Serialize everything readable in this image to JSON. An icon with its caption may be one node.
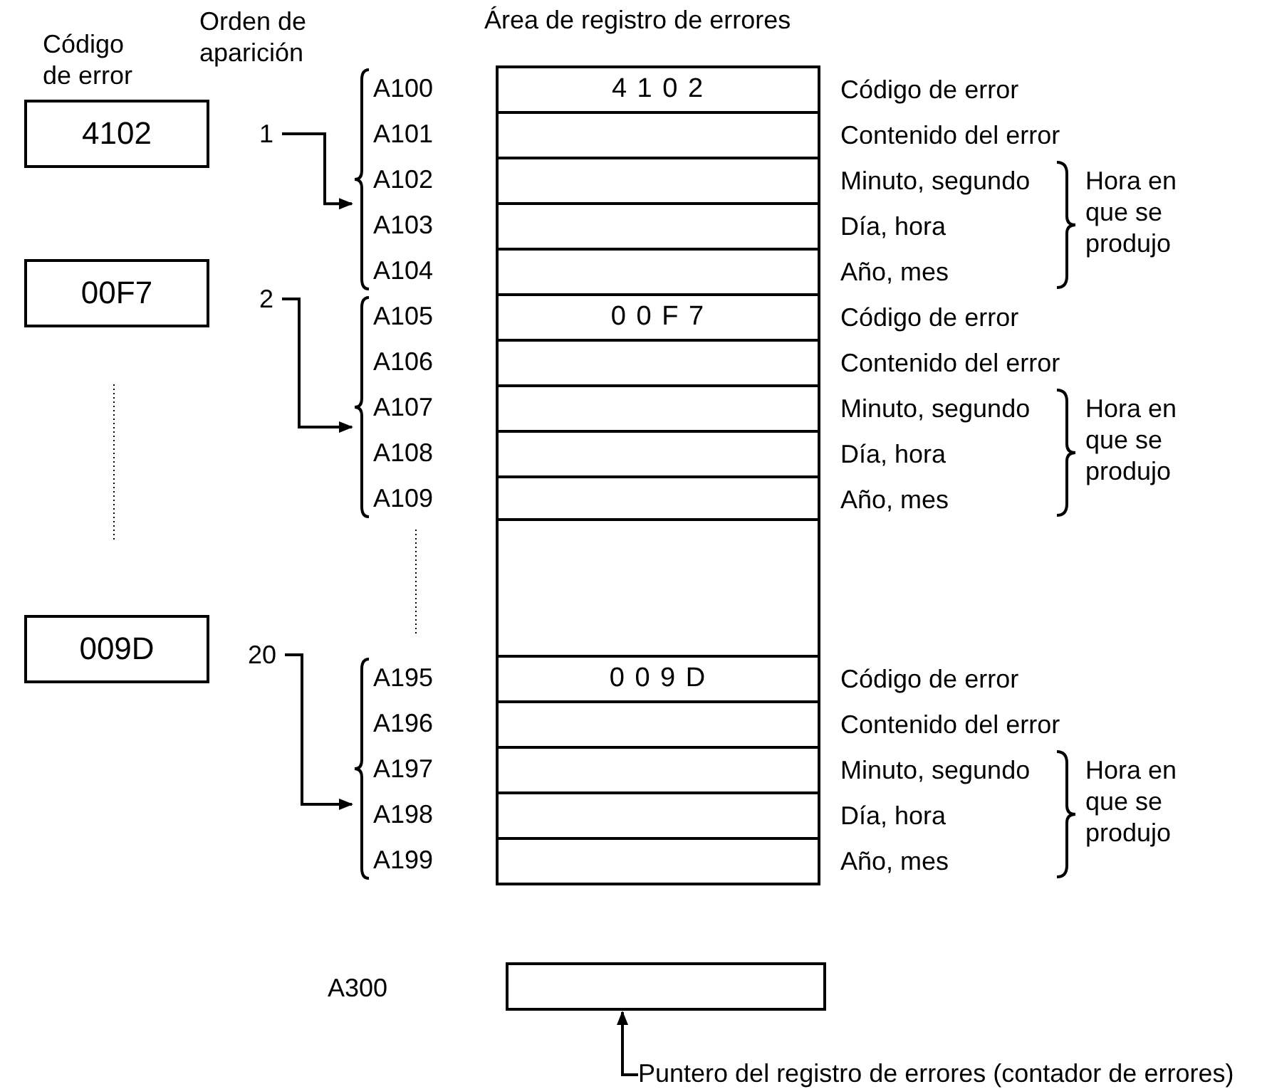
{
  "diagram": {
    "nodes": [
      {
        "text": [
          "4102"
        ]
      },
      {
        "text": [
          "00F7"
        ]
      },
      {
        "text": [
          "009D"
        ]
      },
      {
        "text": [
          "1"
        ]
      },
      {
        "text": [
          "2"
        ]
      },
      {
        "text": [
          "20"
        ]
      },
      {
        "text": [],
        "shape": "brace"
      },
      {
        "text": [],
        "shape": "brace"
      },
      {
        "text": [],
        "shape": "brace"
      },
      {
        "text": [
          "4 1 0 2"
        ]
      },
      {
        "text": [],
        "shape": "box"
      },
      {
        "text": [],
        "shape": "box"
      },
      {
        "text": [],
        "shape": "box"
      },
      {
        "text": [],
        "shape": "box"
      },
      {
        "text": [
          "0 0 F 7"
        ]
      },
      {
        "text": [],
        "shape": "box"
      },
      {
        "text": [],
        "shape": "box"
      },
      {
        "text": [],
        "shape": "box"
      },
      {
        "text": [],
        "shape": "box"
      },
      {
        "text": [
          "0 0 9 D"
        ]
      },
      {
        "text": [],
        "shape": "box"
      },
      {
        "text": [],
        "shape": "box"
      },
      {
        "text": [],
        "shape": "box"
      },
      {
        "text": [],
        "shape": "box"
      },
      {
        "text": [],
        "shape": "box"
      },
      {
        "text": [
          "Puntero del registro de errores (contador de errores)"
        ]
      },
      {
        "text": [],
        "shape": "box"
      }
    ],
    "edges": [
      {
        "from": 3,
        "to": 6,
        "arrow": "to"
      },
      {
        "from": 4,
        "to": 7,
        "arrow": "to"
      },
      {
        "from": 5,
        "to": 8,
        "arrow": "to"
      },
      {
        "from": 25,
        "to": 24,
        "arrow": "to"
      }
    ],
    "labels": [
      "Código de error",
      "Orden de aparición",
      "Área de registro de errores",
      "A100",
      "A101",
      "A102",
      "A103",
      "A104",
      "Código de error",
      "Contenido del error",
      "Minuto, segundo",
      "Día, hora",
      "Año, mes",
      "Hora en que se produjo",
      "A105",
      "A106",
      "A107",
      "A108",
      "A109",
      "Código de error",
      "Contenido del error",
      "Minuto, segundo",
      "Día, hora",
      "Año, mes",
      "Hora en que se produjo",
      "A195",
      "A196",
      "A197",
      "A198",
      "A199",
      "Código de error",
      "Contenido del error",
      "Minuto, segundo",
      "Día, hora",
      "Año, mes",
      "Hora en que se produjo",
      "A300"
    ]
  }
}
